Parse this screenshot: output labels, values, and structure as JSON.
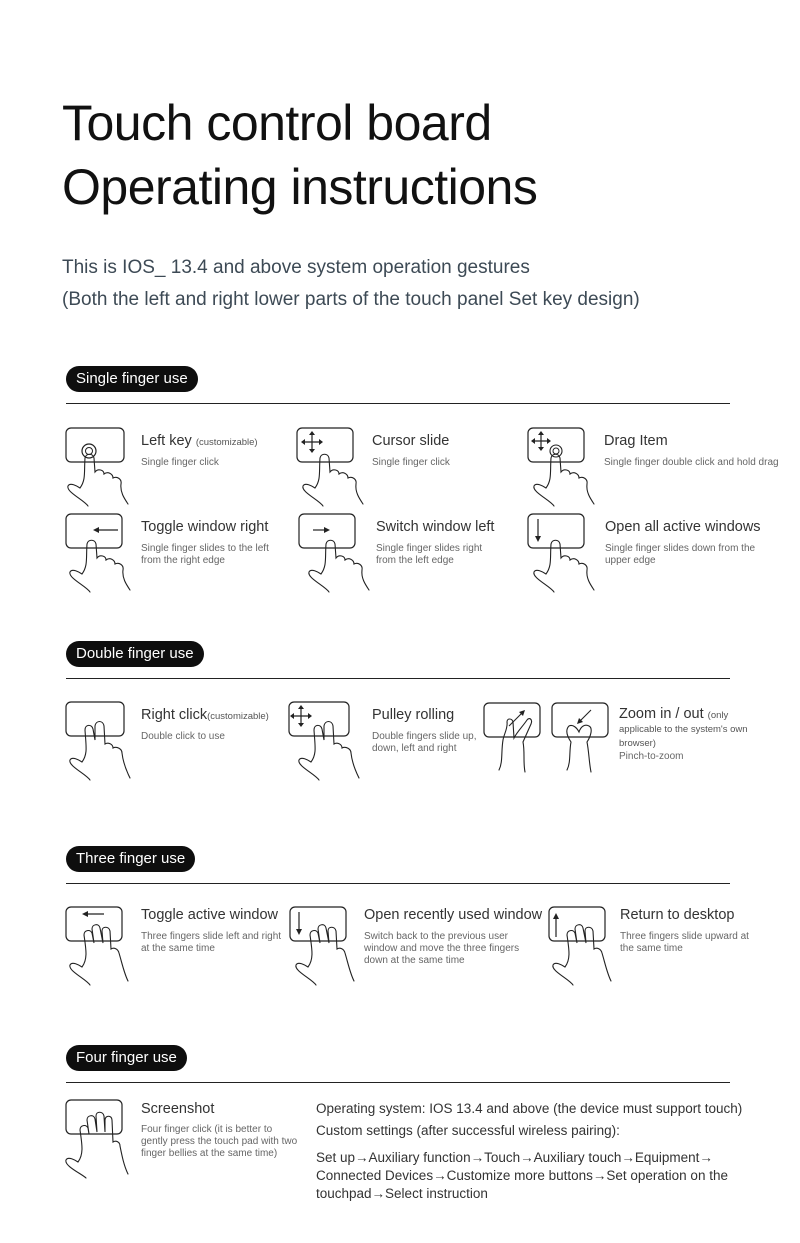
{
  "title": {
    "line1": "Touch control board",
    "line2": "Operating instructions"
  },
  "subtitle": {
    "line1": "This is IOS_ 13.4 and above system operation gestures",
    "line2": "(Both the left and right lower parts of the touch panel Set key design)"
  },
  "sections": {
    "single": {
      "label": "Single finger use",
      "items": [
        {
          "name": "Left key",
          "small": "(customizable)",
          "desc": "Single finger click"
        },
        {
          "name": "Cursor slide",
          "desc": "Single finger click"
        },
        {
          "name": "Drag Item",
          "desc": "Single finger double click and hold drag"
        },
        {
          "name": "Toggle window right",
          "desc": "Single finger slides to the left from the right edge"
        },
        {
          "name": "Switch window left",
          "desc": "Single finger slides right from the left edge"
        },
        {
          "name": "Open all active windows",
          "desc": "Single finger slides down from the upper edge"
        }
      ]
    },
    "double": {
      "label": "Double finger use",
      "items": [
        {
          "name": "Right click",
          "small": "(customizable)",
          "desc": "Double click to use"
        },
        {
          "name": "Pulley rolling",
          "desc": "Double fingers slide up, down, left and right"
        },
        {
          "name": "Zoom in / out",
          "small": "(only applicable to the system's own browser)",
          "desc": "Pinch-to-zoom"
        }
      ]
    },
    "three": {
      "label": "Three finger use",
      "items": [
        {
          "name": "Toggle active window",
          "desc": "Three fingers slide left and right at the same time"
        },
        {
          "name": "Open recently used window",
          "desc": "Switch back to the previous user window and move the three fingers down at the same time"
        },
        {
          "name": "Return to desktop",
          "desc": "Three fingers slide upward at the same time"
        }
      ]
    },
    "four": {
      "label": "Four finger use",
      "items": [
        {
          "name": "Screenshot",
          "desc": "Four finger click (it is better to gently press the touch pad with two finger bellies at the same time)"
        }
      ]
    }
  },
  "notes": {
    "os": "Operating system: IOS  13.4 and above (the device must support touch)",
    "custom": "Custom settings (after successful wireless pairing):",
    "path": "Set up→Auxiliary function→Touch→Auxiliary touch→Equipment→ Connected Devices→Customize more buttons→Set operation on the touchpad→Select instruction"
  },
  "icons": [
    "single-tap-icon",
    "cursor-move-icon",
    "drag-item-icon",
    "swipe-left-icon",
    "swipe-right-icon",
    "swipe-down-icon",
    "two-finger-tap-icon",
    "two-finger-scroll-icon",
    "pinch-zoom-out-icon",
    "pinch-zoom-in-icon",
    "three-finger-swipe-left-icon",
    "three-finger-swipe-down-icon",
    "three-finger-swipe-up-icon",
    "four-finger-tap-icon"
  ]
}
